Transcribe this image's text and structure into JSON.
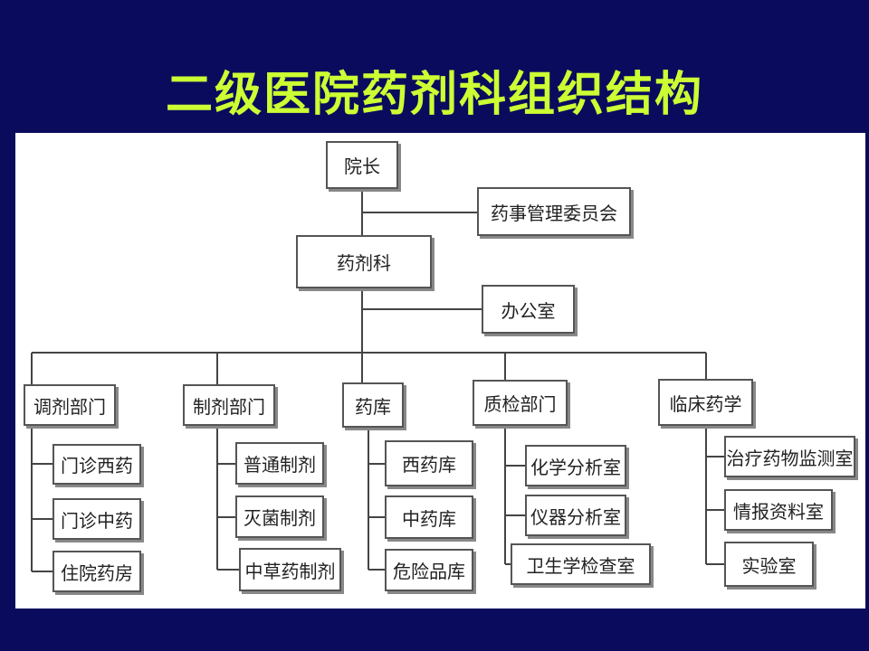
{
  "title": "二级医院药剂科组织结构",
  "org": {
    "root": "院长",
    "committee": "药事管理委员会",
    "pharmacy": "药剂科",
    "office": "办公室",
    "departments": [
      {
        "name": "调剂部门",
        "children": [
          "门诊西药",
          "门诊中药",
          "住院药房"
        ]
      },
      {
        "name": "制剂部门",
        "children": [
          "普通制剂",
          "灭菌制剂",
          "中草药制剂"
        ]
      },
      {
        "name": "药库",
        "children": [
          "西药库",
          "中药库",
          "危险品库"
        ]
      },
      {
        "name": "质检部门",
        "children": [
          "化学分析室",
          "仪器分析室",
          "卫生学检查室"
        ]
      },
      {
        "name": "临床药学",
        "children": [
          "治疗药物监测室",
          "情报资料室",
          "实验室"
        ]
      }
    ]
  }
}
